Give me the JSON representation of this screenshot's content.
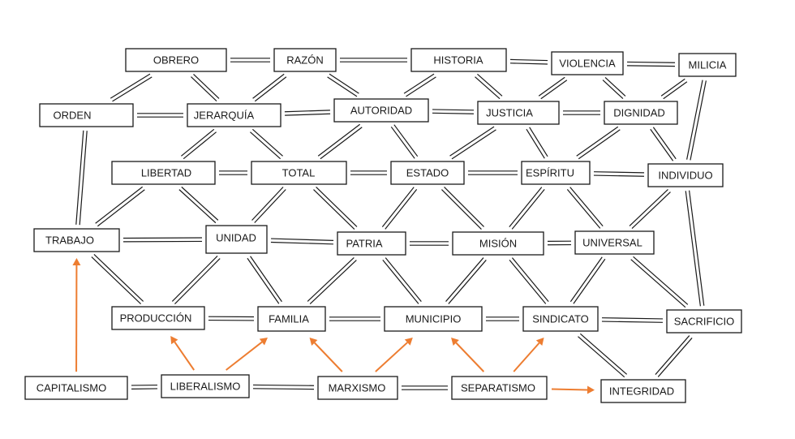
{
  "colors": {
    "box_stroke": "#1a1a1a",
    "link": "#1a1a1a",
    "arrow": "#ED7D31"
  },
  "nodes": {
    "obrero": "OBRERO",
    "razon": "RAZÓN",
    "historia": "HISTORIA",
    "violencia": "VIOLENCIA",
    "milicia": "MILICIA",
    "orden": "ORDEN",
    "jerarquia": "JERARQUÍA",
    "autoridad": "AUTORIDAD",
    "justicia": "JUSTICIA",
    "dignidad": "DIGNIDAD",
    "libertad": "LIBERTAD",
    "total": "TOTAL",
    "estado": "ESTADO",
    "espiritu": "ESPÍRITU",
    "individuo": "INDIVIDUO",
    "trabajo": "TRABAJO",
    "unidad": "UNIDAD",
    "patria": "PATRIA",
    "mision": "MISIÓN",
    "universal": "UNIVERSAL",
    "produccion": "PRODUCCIÓN",
    "familia": "FAMILIA",
    "municipio": "MUNICIPIO",
    "sindicato": "SINDICATO",
    "sacrificio": "SACRIFICIO",
    "capitalismo": "CAPITALISMO",
    "liberalismo": "LIBERALISMO",
    "marxismo": "MARXISMO",
    "separatismo": "SEPARATISMO",
    "integridad": "INTEGRIDAD"
  },
  "links": [
    [
      "obrero",
      "razon"
    ],
    [
      "razon",
      "historia"
    ],
    [
      "historia",
      "violencia"
    ],
    [
      "violencia",
      "milicia"
    ],
    [
      "orden",
      "jerarquia"
    ],
    [
      "jerarquia",
      "autoridad"
    ],
    [
      "autoridad",
      "justicia"
    ],
    [
      "justicia",
      "dignidad"
    ],
    [
      "libertad",
      "total"
    ],
    [
      "total",
      "estado"
    ],
    [
      "estado",
      "espiritu"
    ],
    [
      "espiritu",
      "individuo"
    ],
    [
      "trabajo",
      "unidad"
    ],
    [
      "unidad",
      "patria"
    ],
    [
      "patria",
      "mision"
    ],
    [
      "mision",
      "universal"
    ],
    [
      "produccion",
      "familia"
    ],
    [
      "familia",
      "municipio"
    ],
    [
      "municipio",
      "sindicato"
    ],
    [
      "sindicato",
      "sacrificio"
    ],
    [
      "capitalismo",
      "liberalismo"
    ],
    [
      "liberalismo",
      "marxismo"
    ],
    [
      "marxismo",
      "separatismo"
    ],
    [
      "orden",
      "trabajo"
    ],
    [
      "milicia",
      "individuo"
    ],
    [
      "individuo",
      "sacrificio"
    ],
    [
      "obrero",
      "orden"
    ],
    [
      "obrero",
      "jerarquia"
    ],
    [
      "razon",
      "jerarquia"
    ],
    [
      "razon",
      "autoridad"
    ],
    [
      "historia",
      "autoridad"
    ],
    [
      "historia",
      "justicia"
    ],
    [
      "violencia",
      "justicia"
    ],
    [
      "violencia",
      "dignidad"
    ],
    [
      "milicia",
      "dignidad"
    ],
    [
      "jerarquia",
      "libertad"
    ],
    [
      "jerarquia",
      "total"
    ],
    [
      "autoridad",
      "total"
    ],
    [
      "autoridad",
      "estado"
    ],
    [
      "justicia",
      "estado"
    ],
    [
      "justicia",
      "espiritu"
    ],
    [
      "dignidad",
      "espiritu"
    ],
    [
      "dignidad",
      "individuo"
    ],
    [
      "libertad",
      "trabajo"
    ],
    [
      "libertad",
      "unidad"
    ],
    [
      "total",
      "unidad"
    ],
    [
      "total",
      "patria"
    ],
    [
      "estado",
      "patria"
    ],
    [
      "estado",
      "mision"
    ],
    [
      "espiritu",
      "mision"
    ],
    [
      "espiritu",
      "universal"
    ],
    [
      "individuo",
      "universal"
    ],
    [
      "trabajo",
      "produccion"
    ],
    [
      "unidad",
      "produccion"
    ],
    [
      "unidad",
      "familia"
    ],
    [
      "patria",
      "familia"
    ],
    [
      "patria",
      "municipio"
    ],
    [
      "mision",
      "municipio"
    ],
    [
      "mision",
      "sindicato"
    ],
    [
      "universal",
      "sindicato"
    ],
    [
      "universal",
      "sacrificio"
    ],
    [
      "sindicato",
      "integridad"
    ],
    [
      "sacrificio",
      "integridad"
    ]
  ],
  "arrows": [
    [
      "capitalismo",
      "trabajo"
    ],
    [
      "liberalismo",
      "produccion"
    ],
    [
      "liberalismo",
      "familia"
    ],
    [
      "marxismo",
      "familia"
    ],
    [
      "marxismo",
      "municipio"
    ],
    [
      "separatismo",
      "municipio"
    ],
    [
      "separatismo",
      "sindicato"
    ],
    [
      "separatismo",
      "integridad"
    ]
  ]
}
